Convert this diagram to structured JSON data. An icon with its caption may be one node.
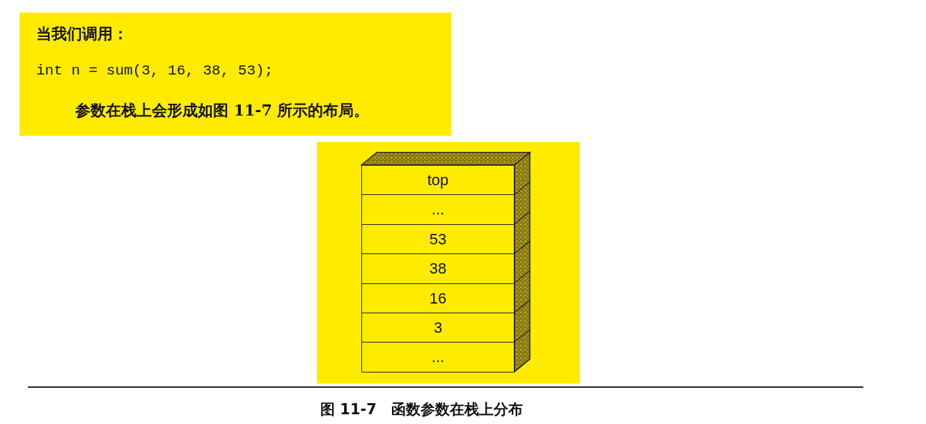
{
  "diagram": {
    "caption": "图 11-7　函数参数在栈上分布",
    "nodes": [
      {
        "text": [
          "top"
        ]
      },
      {
        "text": [
          "..."
        ]
      },
      {
        "text": [
          "53"
        ]
      },
      {
        "text": [
          "38"
        ]
      },
      {
        "text": [
          "16"
        ]
      },
      {
        "text": [
          "3"
        ]
      },
      {
        "text": [
          "..."
        ]
      }
    ],
    "labels": [
      "当我们调用：",
      "int n = sum(3, 16, 38, 53);",
      "参数在栈上会形成如图 11-7 所示的布局。"
    ]
  }
}
